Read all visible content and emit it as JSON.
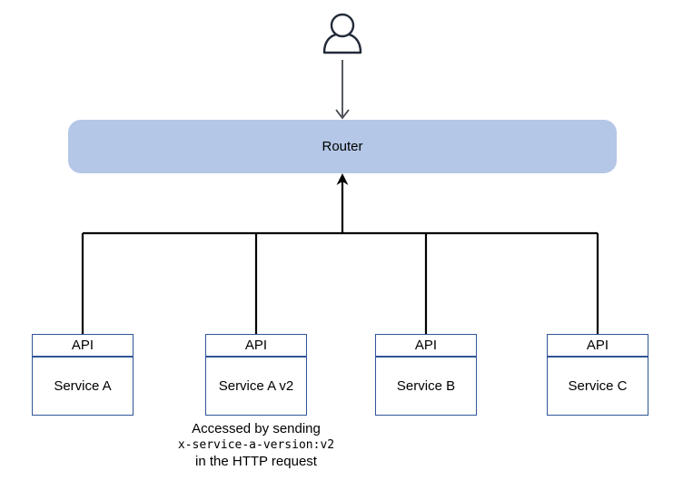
{
  "diagram": {
    "router": {
      "label": "Router"
    },
    "services": [
      {
        "header": "API",
        "name": "Service A"
      },
      {
        "header": "API",
        "name": "Service A v2"
      },
      {
        "header": "API",
        "name": "Service B"
      },
      {
        "header": "API",
        "name": "Service C"
      }
    ],
    "annotation": {
      "line1": "Accessed by sending",
      "code": "x-service-a-version:v2",
      "line3": "in the HTTP request"
    },
    "icons": {
      "user": "person-icon",
      "down_arrow": "arrow-down-icon",
      "up_arrow": "arrow-up-icon"
    },
    "colors": {
      "router_fill": "#b4c7e7",
      "service_box_border": "#2f5597",
      "connector_line": "#000000",
      "user_arrow": "#44474f",
      "person_outline": "#232b3a",
      "text": "#000000"
    }
  }
}
